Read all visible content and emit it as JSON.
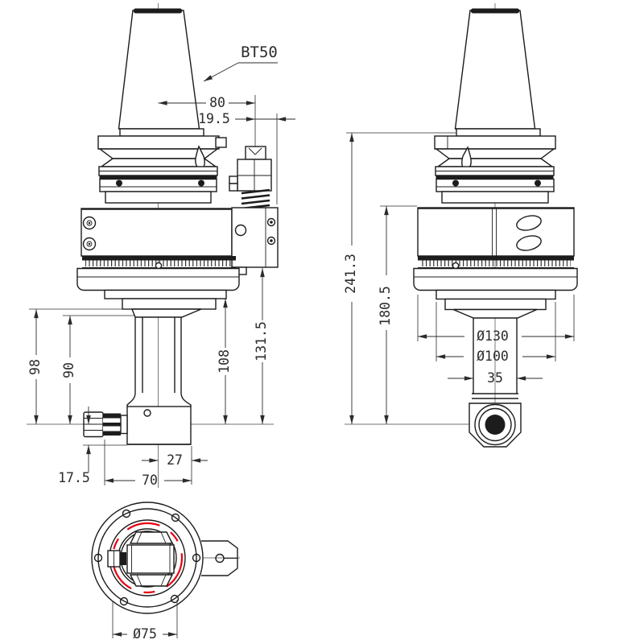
{
  "meta": {
    "doc_type": "technical-drawing",
    "views": [
      "front",
      "side",
      "bottom"
    ]
  },
  "colors": {
    "line": "#1c1c1c",
    "dimension": "#2b2b2b",
    "accent_red": "#e60012",
    "background": "#ffffff"
  },
  "labels": {
    "taper": "BT50"
  },
  "dims": {
    "front": {
      "width_top": "80",
      "stop_offset": "19.5",
      "h98": "98",
      "h90": "90",
      "h108": "108",
      "h131_5": "131.5",
      "h17_5": "17.5",
      "w27": "27",
      "w70": "70"
    },
    "side": {
      "h241_3": "241.3",
      "h180_5": "180.5",
      "dia130": "Ø130",
      "dia100": "Ø100",
      "w35": "35"
    },
    "bottom": {
      "dia75": "Ø75"
    }
  }
}
